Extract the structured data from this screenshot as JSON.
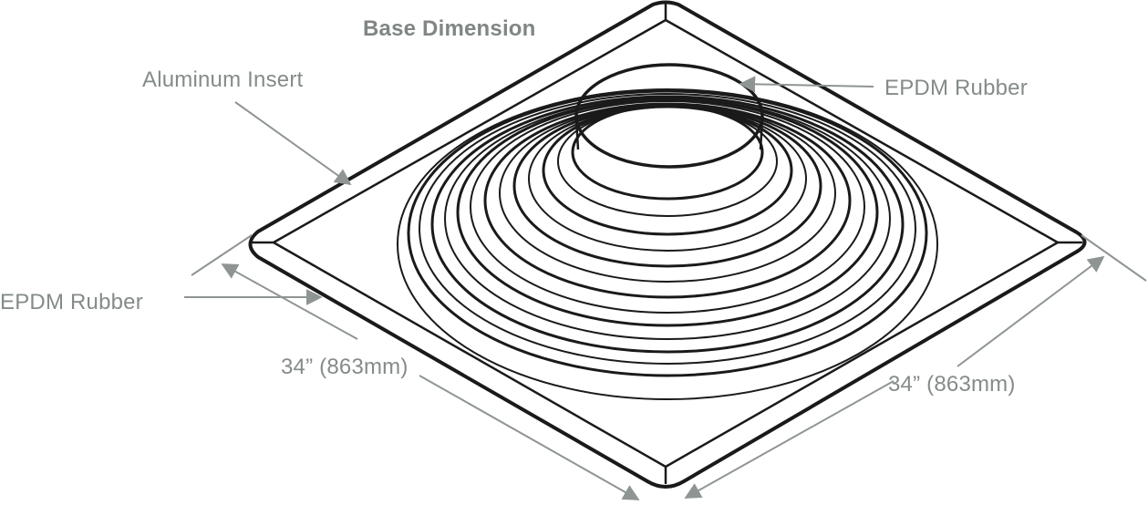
{
  "title": "Base Dimension",
  "labels": {
    "aluminum_insert": "Aluminum Insert",
    "epdm_rubber_top": "EPDM Rubber",
    "epdm_rubber_left": "EPDM Rubber",
    "dimension_left": "34” (863mm)",
    "dimension_right": "34” (863mm)"
  },
  "colors": {
    "label_text": "#848b88",
    "leader_line": "#8e9592",
    "outline": "#1a1a1a"
  }
}
